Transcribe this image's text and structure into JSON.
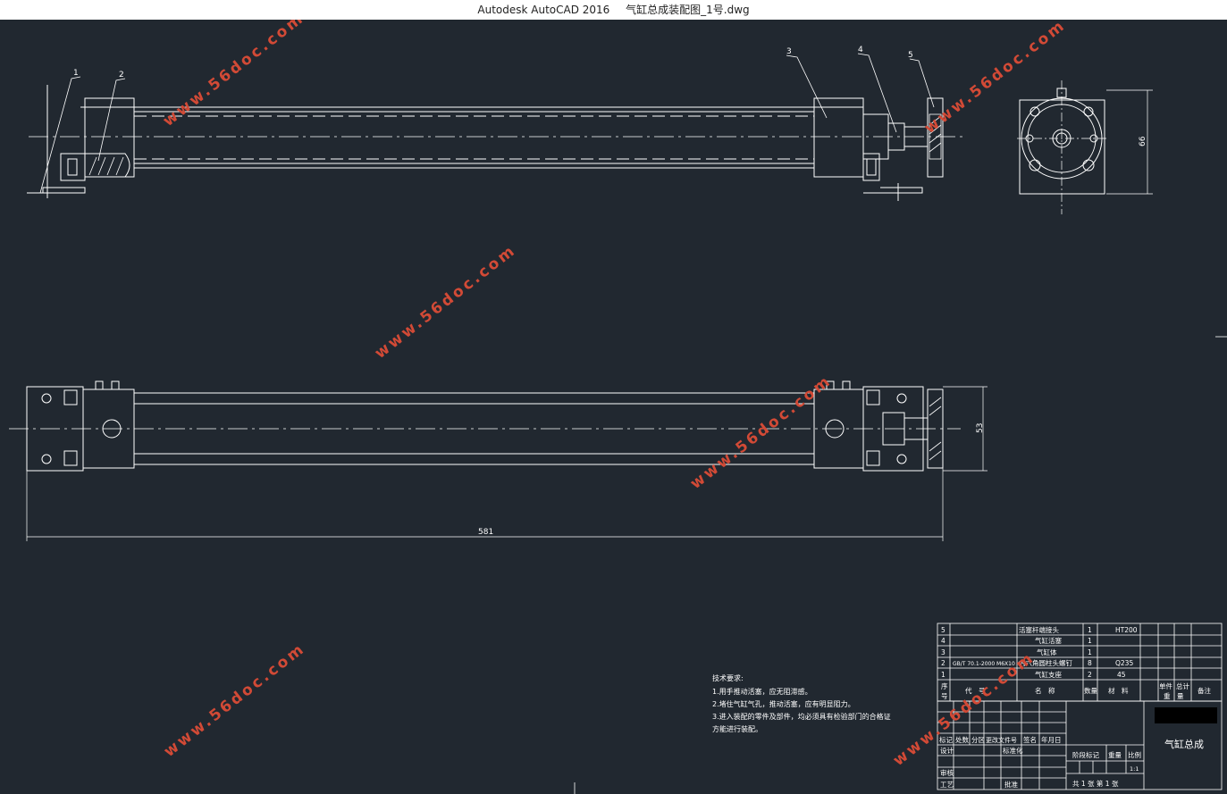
{
  "window": {
    "app_title": "Autodesk AutoCAD 2016",
    "file_name": "气缸总成装配图_1号.dwg"
  },
  "drawing": {
    "balloons": [
      "1",
      "2",
      "3",
      "4",
      "5"
    ],
    "dim_height_side": "66",
    "dim_height_top": "53",
    "dim_length": "581",
    "watermark": "www.56doc.com"
  },
  "tech_requirements": {
    "title": "技术要求:",
    "lines": [
      "1.用手推动活塞，应无阻滞感。",
      "2.堵住气缸气孔，推动活塞，应有明显阻力。",
      "3.进入装配的零件及部件，均必须具有检验部门的合格证",
      "方能进行装配。"
    ]
  },
  "bom": {
    "rows": [
      {
        "no": "5",
        "code": "",
        "name": "活塞杆端接头",
        "qty": "1",
        "material": "HT200"
      },
      {
        "no": "4",
        "code": "",
        "name": "气缸活塞",
        "qty": "1",
        "material": ""
      },
      {
        "no": "3",
        "code": "",
        "name": "气缸体",
        "qty": "1",
        "material": ""
      },
      {
        "no": "2",
        "code": "GB/T 70.1-2000 M6X10",
        "name": "内六角圆柱头螺钉",
        "qty": "8",
        "material": "Q235"
      },
      {
        "no": "1",
        "code": "",
        "name": "气缸支座",
        "qty": "2",
        "material": "45"
      }
    ],
    "header": {
      "no_top": "序",
      "no_bottom": "号",
      "code": "代　号",
      "name": "名　称",
      "qty": "数量",
      "material": "材　料",
      "single": "单件",
      "total": "总计",
      "weight": "重　量",
      "remark": "备注"
    }
  },
  "title_block": {
    "revision_headers": [
      "标记",
      "处数",
      "分区",
      "更改文件号",
      "签名",
      "年月日"
    ],
    "design": "设计",
    "standard": "标准化",
    "review": "审核",
    "process": "工艺",
    "approve": "批准",
    "stage_mark": "阶段标记",
    "weight": "重量",
    "scale": "比例",
    "scale_value": "1:1",
    "sheets": "共 1 张 第 1 张",
    "drawing_name": "气缸总成"
  }
}
